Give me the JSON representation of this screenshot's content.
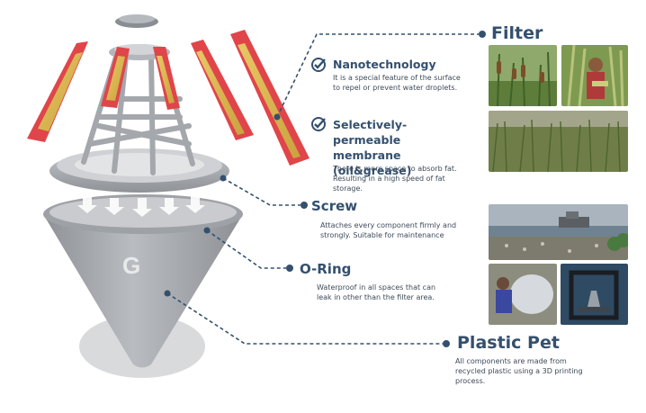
{
  "filter": {
    "title": "Filter",
    "items": [
      {
        "title": "Nanotechnology",
        "text": "It is a special feature of the surface to repel or prevent water droplets."
      },
      {
        "title": "Selectively-permeable membrane (oil&grease)",
        "text": "There is more space to absorb fat. Resulting in a high speed of fat storage."
      }
    ]
  },
  "screw": {
    "title": "Screw",
    "text": "Attaches every component firmly and strongly. Suitable for maintenance"
  },
  "oring": {
    "title": "O-Ring",
    "text": "Waterproof in all spaces that can leak in other than the filter area."
  },
  "pet": {
    "title": "Plastic Pet",
    "text": "All components are made from recycled plastic using a 3D printing process."
  },
  "logo_letter": "G",
  "colors": {
    "accent": "#34506f",
    "filter_red": "#e0454a",
    "filter_yellow": "#d9b24a",
    "part_gray": "#a9acb0"
  },
  "icons": [
    "check-circle-icon",
    "check-circle-icon"
  ]
}
